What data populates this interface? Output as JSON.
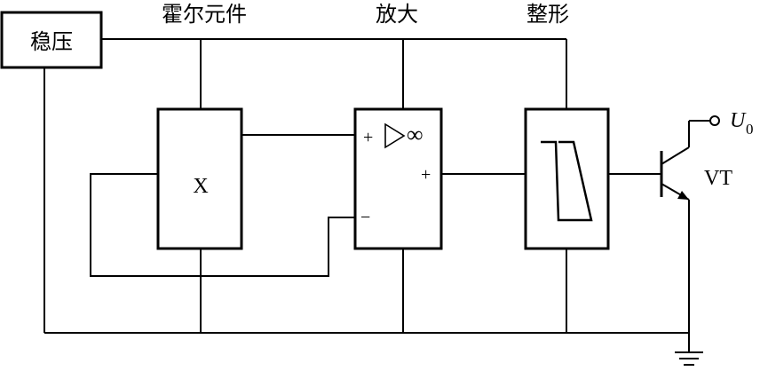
{
  "blocks": {
    "regulator": "稳压",
    "hall_element": "霍尔元件",
    "amplifier": "放大",
    "shaper": "整形"
  },
  "hall_box_label": "X",
  "amp_symbols": {
    "triangle_infinity": "∞",
    "plus_top": "+",
    "plus_output": "+",
    "minus": "−"
  },
  "transistor_label": "VT",
  "output": {
    "symbol": "U",
    "subscript": "0"
  }
}
